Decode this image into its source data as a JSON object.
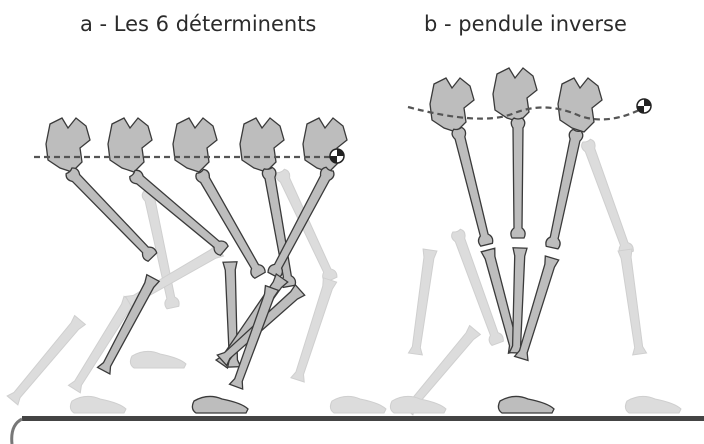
{
  "panels": [
    {
      "id": "a",
      "title": "a - Les 6 déterminents"
    },
    {
      "id": "b",
      "title": "b - pendule inverse"
    }
  ],
  "colors": {
    "bone_fill": "#bdbdbd",
    "bone_stroke": "#3a3a3a",
    "ghost_fill": "#dcdcdc",
    "dashed_line": "#555555",
    "ground": "#444444",
    "text": "#2b2b2b"
  },
  "icons": [
    "center-of-mass-icon"
  ]
}
